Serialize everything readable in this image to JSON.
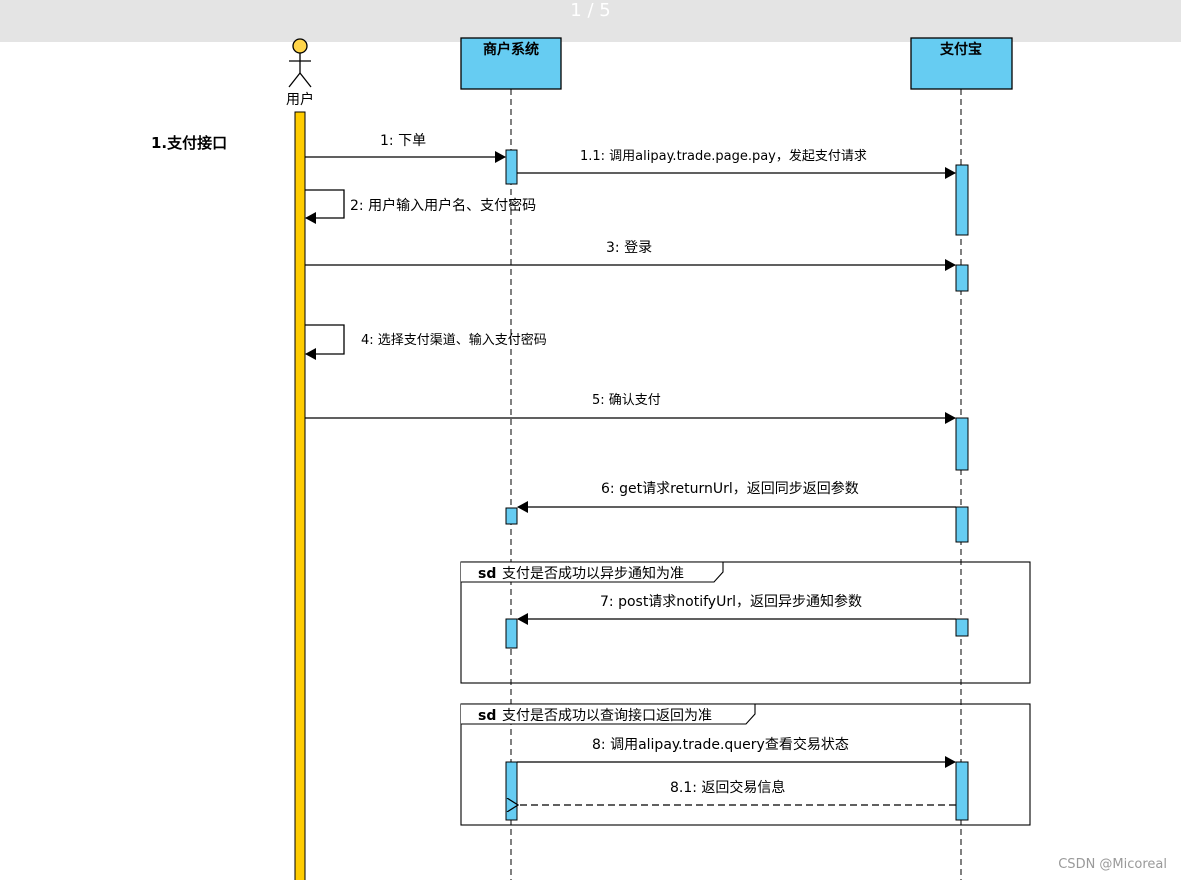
{
  "viewer": {
    "page_counter": "1 / 5"
  },
  "watermark": "CSDN @Micoreal",
  "section_label": "1.支付接口",
  "actor": {
    "name": "用户"
  },
  "lifelines": {
    "merchant": "商户系统",
    "alipay": "支付宝"
  },
  "fragments": {
    "f1": {
      "keyword": "sd",
      "title": "支付是否成功以异步通知为准"
    },
    "f2": {
      "keyword": "sd",
      "title": "支付是否成功以查询接口返回为准"
    }
  },
  "messages": {
    "m1": "1: 下单",
    "m1_1": "1.1: 调用alipay.trade.page.pay，发起支付请求",
    "m2": "2: 用户输入用户名、支付密码",
    "m3": "3:   登录",
    "m4": "4: 选择支付渠道、输入支付密码",
    "m5": "5: 确认支付",
    "m6": "6: get请求returnUrl，返回同步返回参数",
    "m7": "7: post请求notifyUrl，返回异步通知参数",
    "m8": "8: 调用alipay.trade.query查看交易状态",
    "m8_1": "8.1: 返回交易信息"
  },
  "colors": {
    "actor_bar": "#ffcc00",
    "lifeline_box": "#66ccf2",
    "activation": "#66ccf2",
    "viewer_bar": "#e4e4e4"
  }
}
